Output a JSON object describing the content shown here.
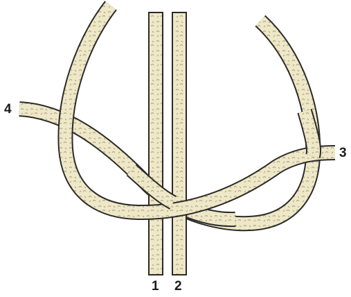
{
  "labels": {
    "cord_1": "1",
    "cord_2": "2",
    "cord_3": "3",
    "cord_4": "4"
  },
  "colors": {
    "rope_fill": "#efe8c8",
    "rope_outline": "#2a2a2a",
    "rope_texture": "#a9a07a",
    "background": "#ffffff"
  }
}
